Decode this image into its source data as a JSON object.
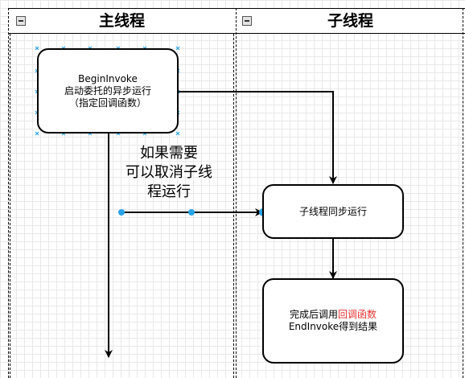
{
  "lanes": [
    {
      "title": "主线程"
    },
    {
      "title": "子线程"
    }
  ],
  "nodes": {
    "begin_invoke": {
      "lines": [
        "BeginInvoke",
        "启动委托的异步运行",
        "（指定回调函数）"
      ]
    },
    "sync_run": {
      "lines": [
        "子线程同步运行"
      ]
    },
    "callback": {
      "line1_a": "完成后调用",
      "line1_b": "回调函数",
      "line2": "EndInvoke得到结果"
    }
  },
  "annotation": {
    "lines": [
      "如果需要",
      "可以取消子线",
      "程运行"
    ]
  },
  "colors": {
    "highlight_text": "#e8322f",
    "selection_handle": "#29a3e6",
    "connector_point": "#29a3e6"
  }
}
